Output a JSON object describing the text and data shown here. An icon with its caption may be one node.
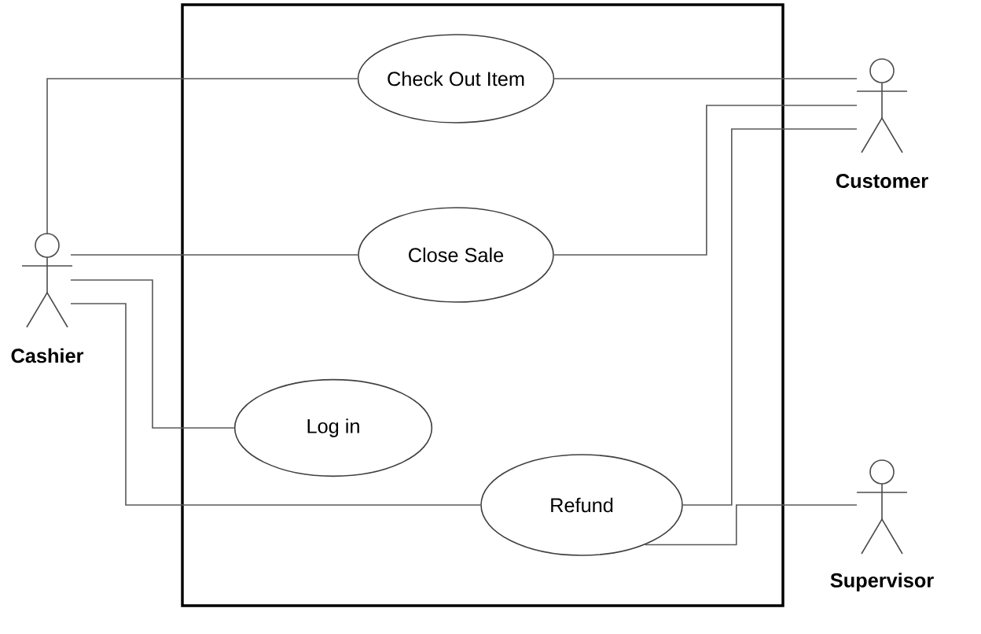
{
  "diagram": {
    "nodes": [
      {
        "text": [],
        "shape": "box"
      },
      {
        "text": [
          "Check Out Item"
        ],
        "in": 0
      },
      {
        "text": [
          "Customer"
        ]
      },
      {
        "text": [
          "Cashier"
        ]
      },
      {
        "text": [
          "Close Sale"
        ],
        "in": 0
      },
      {
        "text": [
          "Log in"
        ],
        "in": 0
      },
      {
        "text": [
          "Refund"
        ],
        "in": 0
      },
      {
        "text": [
          "Supervisor"
        ]
      }
    ],
    "edges": [
      {
        "from": 3,
        "to": 1,
        "arrow": "none"
      },
      {
        "from": 3,
        "to": 4,
        "arrow": "none"
      },
      {
        "from": 3,
        "to": 5,
        "arrow": "none"
      },
      {
        "from": 3,
        "to": 6,
        "arrow": "none"
      },
      {
        "from": 1,
        "to": 2,
        "arrow": "none"
      },
      {
        "from": 4,
        "to": 2,
        "arrow": "none"
      },
      {
        "from": 6,
        "to": 2,
        "arrow": "none"
      },
      {
        "from": 6,
        "to": 7,
        "arrow": "none"
      }
    ]
  }
}
